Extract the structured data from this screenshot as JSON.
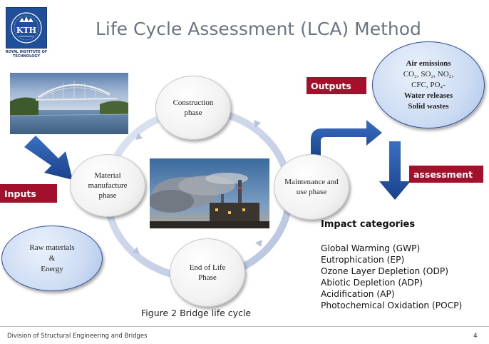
{
  "slide": {
    "title": "Life Cycle Assessment (LCA) Method",
    "logo_text": "KTH",
    "logo_subtext": "ROYAL INSTITUTE OF TECHNOLOGY",
    "footer": "Division of Structural Engineering and Bridges",
    "page_number": "4",
    "caption": "Figure 2  Bridge life cycle"
  },
  "phases": {
    "construction": "Construction phase",
    "material": "Material manufacture phase",
    "maintenance": "Maintenance and use phase",
    "end_of_life": "End of Life Phase"
  },
  "inputs": {
    "tag": "Inputs",
    "raw_materials_line1": "Raw materials",
    "raw_materials_line2": "&",
    "raw_materials_line3": "Energy"
  },
  "outputs": {
    "tag": "Outputs",
    "air_emissions": "Air emissions",
    "gases_line1": "CO₂, SO₂, NO₂,",
    "gases_line2": "CFC, PO₄-",
    "water_releases": "Water releases",
    "solid_wastes": "Solid wastes"
  },
  "assessment": {
    "tag": "assessment",
    "impact_title": "Impact categories",
    "categories": [
      "Global Warming (GWP)",
      "Eutrophication (EP)",
      "Ozone Layer Depletion (ODP)",
      "Abiotic Depletion (ADP)",
      "Acidification (AP)",
      "Photochemical Oxidation (POCP)"
    ]
  },
  "colors": {
    "accent_red": "#a3102c",
    "arrow_blue": "#1f4f9e",
    "title_gray": "#6b7580",
    "ring_blue": "#c5cfe6"
  }
}
